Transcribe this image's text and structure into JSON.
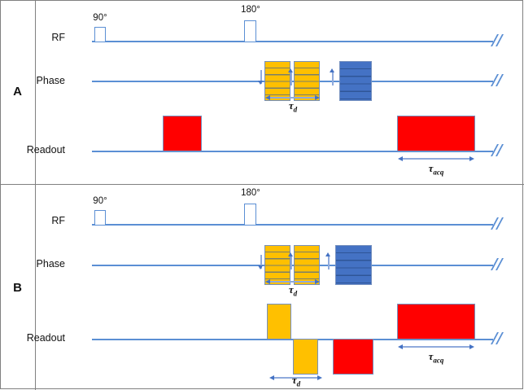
{
  "figure": {
    "title": "MRI pulse sequence diagram",
    "colors": {
      "axis": "#5B8FD4",
      "red": "#FF0000",
      "yellow": "#FFC000",
      "blue": "#4472C4",
      "border": "#7590BE",
      "frame": "#808080",
      "text": "#111111"
    }
  },
  "panels": [
    {
      "letter": "A",
      "rows": [
        {
          "label": "RF"
        },
        {
          "label": "Phase"
        },
        {
          "label": "Readout"
        }
      ],
      "rf_pulses": [
        {
          "angle": "90°"
        },
        {
          "angle": "180°"
        }
      ],
      "annotations": [
        {
          "name": "tau-d",
          "symbol": "τ",
          "sub": "d"
        },
        {
          "name": "tau-acq",
          "symbol": "τ",
          "sub": "acq"
        }
      ]
    },
    {
      "letter": "B",
      "rows": [
        {
          "label": "RF"
        },
        {
          "label": "Phase"
        },
        {
          "label": "Readout"
        }
      ],
      "rf_pulses": [
        {
          "angle": "90°"
        },
        {
          "angle": "180°"
        }
      ],
      "annotations": [
        {
          "name": "tau-d-phase",
          "symbol": "τ",
          "sub": "d"
        },
        {
          "name": "tau-d-readout",
          "symbol": "τ",
          "sub": "d"
        },
        {
          "name": "tau-acq",
          "symbol": "τ",
          "sub": "acq"
        }
      ]
    }
  ]
}
